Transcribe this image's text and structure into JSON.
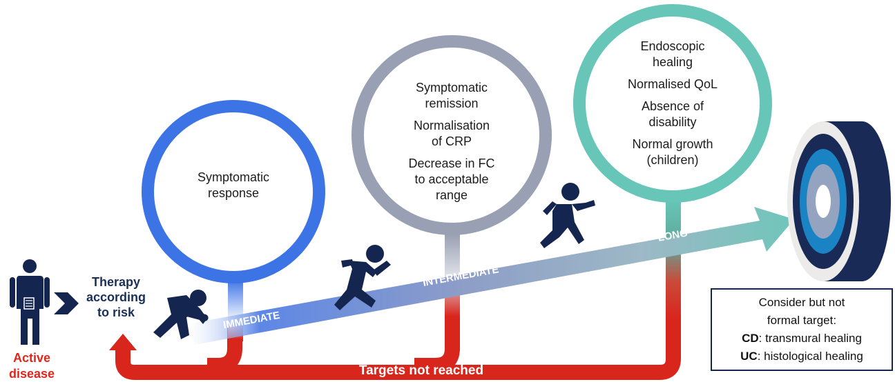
{
  "patient": {
    "label_line1": "Active",
    "label_line2": "disease"
  },
  "therapy": {
    "line1": "Therapy",
    "line2": "according",
    "line3": "to risk"
  },
  "targets": {
    "immediate": {
      "stage_label": "IMMEDIATE",
      "items": [
        "Symptomatic\nresponse"
      ]
    },
    "intermediate": {
      "stage_label": "INTERMEDIATE",
      "items": [
        "Symptomatic\nremission",
        "Normalisation\nof CRP",
        "Decrease in FC\nto acceptable\nrange"
      ]
    },
    "long": {
      "stage_label": "LONG",
      "items": [
        "Endoscopic\nhealing",
        "Normalised QoL",
        "Absence of\ndisability",
        "Normal growth\n(children)"
      ]
    }
  },
  "loop_label": "Targets not reached",
  "consider_box": {
    "line1": "Consider but not",
    "line2": "formal target:",
    "cd_prefix": "CD",
    "cd_text": ": transmural healing",
    "uc_prefix": "UC",
    "uc_text": ": histological healing"
  },
  "colors": {
    "immediate": "#3c74e6",
    "intermediate": "#9aa0b3",
    "long": "#67c6b8",
    "red": "#d9261c",
    "navy": "#14264f",
    "target_ring_blue": "#1a83c4",
    "target_ring_light": "#94a3bf"
  },
  "icons": [
    "person-standing-icon",
    "chevron-right-icon",
    "runner-crouch-icon",
    "runner-sprint-icon",
    "runner-icon",
    "target-icon"
  ]
}
